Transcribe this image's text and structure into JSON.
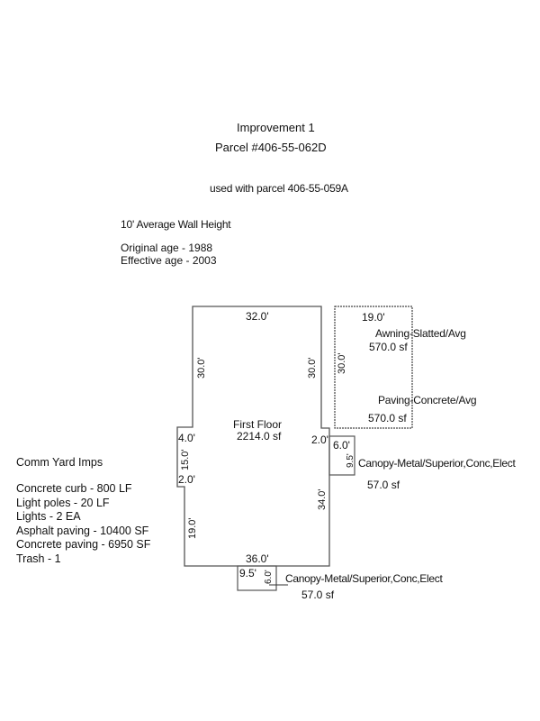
{
  "header": {
    "title": "Improvement 1",
    "parcel": "Parcel #406-55-062D",
    "used_with": "used with parcel 406-55-059A"
  },
  "info": {
    "wall_height": "10' Average Wall Height",
    "original_age": "Original age - 1988",
    "effective_age": "Effective age - 2003"
  },
  "yard_imps": {
    "title": "Comm Yard Imps",
    "items": [
      "Concrete curb - 800 LF",
      "Light poles - 20 LF",
      "Lights - 2 EA",
      "Asphalt paving - 10400 SF",
      "Concrete paving - 6950 SF",
      "Trash - 1"
    ]
  },
  "sketch": {
    "main": {
      "label": "First Floor",
      "area": "2214.0 sf",
      "dims": {
        "top": "32.0'",
        "left_upper": "30.0'",
        "right_upper": "30.0'",
        "jog_top": "4.0'",
        "jog_side": "15.0'",
        "jog_bottom": "2.0'",
        "left_lower": "19.0'",
        "right_jog": "2.0'",
        "right_lower": "34.0'",
        "bottom": "36.0'"
      }
    },
    "awning": {
      "label1": "Awning-Slatted/Avg",
      "area1": "570.0 sf",
      "label2": "Paving-Concrete/Avg",
      "area2": "570.0 sf",
      "dims": {
        "top": "19.0'",
        "side": "30.0'"
      }
    },
    "canopy_east": {
      "label": "Canopy-Metal/Superior,Conc,Elect",
      "area": "57.0 sf",
      "dims": {
        "top": "6.0'",
        "side": "9.5'"
      }
    },
    "canopy_south": {
      "label": "Canopy-Metal/Superior,Conc,Elect",
      "area": "57.0 sf",
      "dims": {
        "top": "9.5'",
        "side": "6.0'"
      }
    }
  }
}
